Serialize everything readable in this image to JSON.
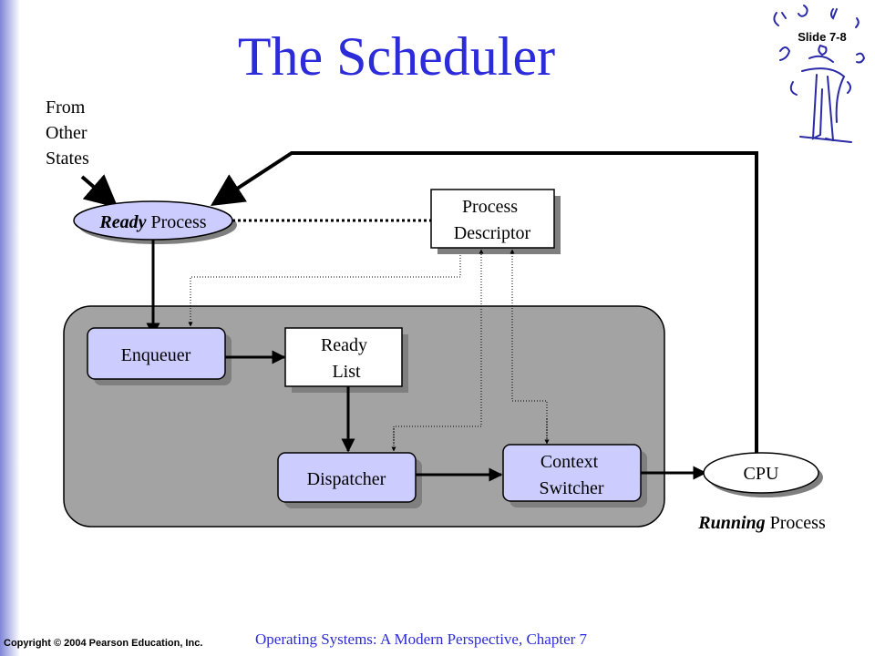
{
  "title": "The Scheduler",
  "slide_number": "Slide 7-8",
  "from_states": [
    "From",
    "Other",
    "States"
  ],
  "ready_process": {
    "bold": "Ready",
    "rest": " Process"
  },
  "process_descriptor": [
    "Process",
    "Descriptor"
  ],
  "enqueuer": "Enqueuer",
  "ready_list": [
    "Ready",
    "List"
  ],
  "dispatcher": "Dispatcher",
  "context_switcher": [
    "Context",
    "Switcher"
  ],
  "cpu": "CPU",
  "running_process": {
    "bold": "Running",
    "rest": " Process"
  },
  "footer": {
    "copyright": "Copyright © 2004 Pearson Education, Inc.",
    "course": "Operating Systems: A Modern Perspective, Chapter 7"
  },
  "colors": {
    "title": "#2b2bd9",
    "box_fill": "#ccccff",
    "panel": "#a3a3a3",
    "band_dark": "#7f86d8"
  },
  "icons": [
    "musician-logo-icon"
  ]
}
